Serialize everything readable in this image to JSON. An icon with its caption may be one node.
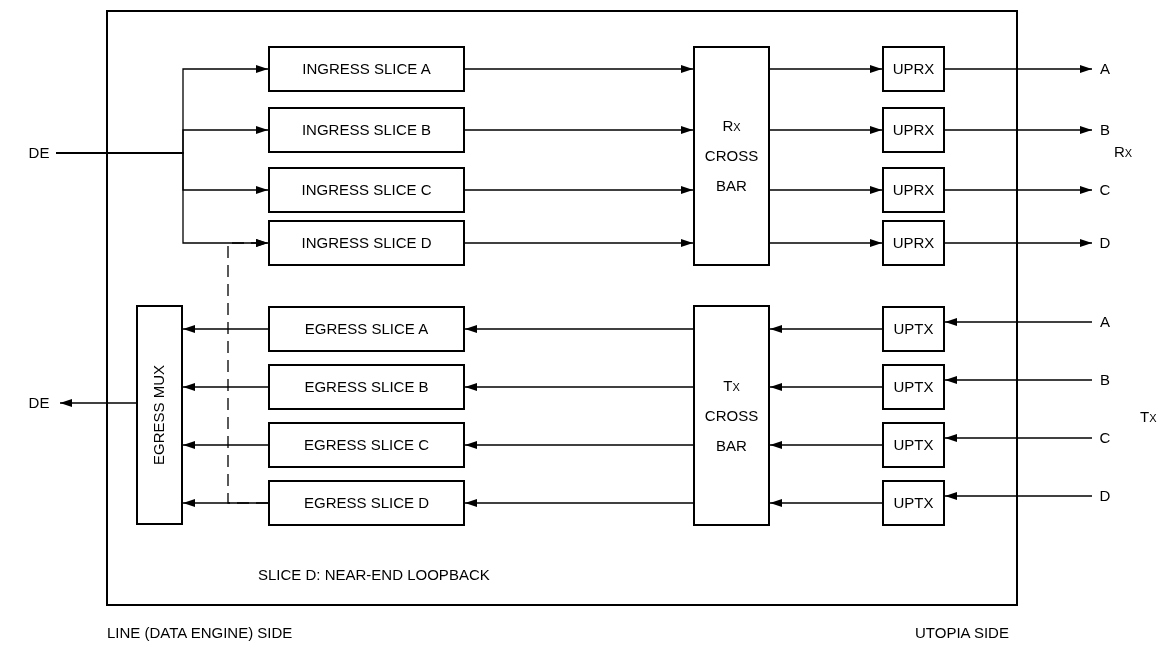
{
  "diagram": {
    "nodes": [
      {
        "text": [],
        "shape": "box"
      },
      {
        "text": [
          "DE"
        ]
      },
      {
        "text": [
          "INGRESS SLICE A"
        ],
        "in": 0
      },
      {
        "text": [
          "INGRESS SLICE B"
        ],
        "in": 0
      },
      {
        "text": [
          "INGRESS SLICE C"
        ],
        "in": 0
      },
      {
        "text": [
          "INGRESS SLICE D"
        ],
        "in": 0
      },
      {
        "text": [
          "Rx CROSS BAR"
        ],
        "in": 0
      },
      {
        "text": [
          "UPRX"
        ],
        "in": 0
      },
      {
        "text": [
          "UPRX"
        ],
        "in": 0
      },
      {
        "text": [
          "UPRX"
        ],
        "in": 0
      },
      {
        "text": [
          "UPRX"
        ],
        "in": 0
      },
      {
        "text": [
          "A"
        ]
      },
      {
        "text": [
          "B"
        ]
      },
      {
        "text": [
          "C"
        ]
      },
      {
        "text": [
          "D"
        ]
      },
      {
        "text": [
          "DE"
        ]
      },
      {
        "text": [
          "EGRESS MUX"
        ],
        "in": 0
      },
      {
        "text": [
          "EGRESS SLICE A"
        ],
        "in": 0
      },
      {
        "text": [
          "EGRESS SLICE B"
        ],
        "in": 0
      },
      {
        "text": [
          "EGRESS SLICE C"
        ],
        "in": 0
      },
      {
        "text": [
          "EGRESS SLICE D"
        ],
        "in": 0
      },
      {
        "text": [
          "Tx CROSS BAR"
        ],
        "in": 0
      },
      {
        "text": [
          "UPTX"
        ],
        "in": 0
      },
      {
        "text": [
          "UPTX"
        ],
        "in": 0
      },
      {
        "text": [
          "UPTX"
        ],
        "in": 0
      },
      {
        "text": [
          "UPTX"
        ],
        "in": 0
      },
      {
        "text": [
          "A"
        ]
      },
      {
        "text": [
          "B"
        ]
      },
      {
        "text": [
          "C"
        ]
      },
      {
        "text": [
          "D"
        ]
      }
    ],
    "edges": [
      {
        "from": 1,
        "to": 2,
        "arrow": "to"
      },
      {
        "from": 1,
        "to": 3,
        "arrow": "to"
      },
      {
        "from": 1,
        "to": 4,
        "arrow": "to"
      },
      {
        "from": 1,
        "to": 5,
        "arrow": "to"
      },
      {
        "from": 2,
        "to": 6,
        "arrow": "to"
      },
      {
        "from": 3,
        "to": 6,
        "arrow": "to"
      },
      {
        "from": 4,
        "to": 6,
        "arrow": "to"
      },
      {
        "from": 5,
        "to": 6,
        "arrow": "to"
      },
      {
        "from": 6,
        "to": 7,
        "arrow": "to"
      },
      {
        "from": 6,
        "to": 8,
        "arrow": "to"
      },
      {
        "from": 6,
        "to": 9,
        "arrow": "to"
      },
      {
        "from": 6,
        "to": 10,
        "arrow": "to"
      },
      {
        "from": 7,
        "to": 11,
        "arrow": "to"
      },
      {
        "from": 8,
        "to": 12,
        "arrow": "to"
      },
      {
        "from": 9,
        "to": 13,
        "arrow": "to"
      },
      {
        "from": 10,
        "to": 14,
        "arrow": "to"
      },
      {
        "from": 26,
        "to": 22,
        "arrow": "to"
      },
      {
        "from": 27,
        "to": 23,
        "arrow": "to"
      },
      {
        "from": 28,
        "to": 24,
        "arrow": "to"
      },
      {
        "from": 29,
        "to": 25,
        "arrow": "to"
      },
      {
        "from": 22,
        "to": 21,
        "arrow": "to"
      },
      {
        "from": 23,
        "to": 21,
        "arrow": "to"
      },
      {
        "from": 24,
        "to": 21,
        "arrow": "to"
      },
      {
        "from": 25,
        "to": 21,
        "arrow": "to"
      },
      {
        "from": 21,
        "to": 17,
        "arrow": "to"
      },
      {
        "from": 21,
        "to": 18,
        "arrow": "to"
      },
      {
        "from": 21,
        "to": 19,
        "arrow": "to"
      },
      {
        "from": 21,
        "to": 20,
        "arrow": "to"
      },
      {
        "from": 17,
        "to": 16,
        "arrow": "to"
      },
      {
        "from": 18,
        "to": 16,
        "arrow": "to"
      },
      {
        "from": 19,
        "to": 16,
        "arrow": "to"
      },
      {
        "from": 20,
        "to": 16,
        "arrow": "to"
      },
      {
        "from": 16,
        "to": 15,
        "arrow": "to"
      },
      {
        "from": 20,
        "to": 5,
        "arrow": "to",
        "style": "dashed"
      }
    ],
    "labels": [
      "Rx",
      "Tx",
      "SLICE D: NEAR-END LOOPBACK",
      "LINE (DATA ENGINE) SIDE",
      "UTOPIA SIDE"
    ]
  }
}
